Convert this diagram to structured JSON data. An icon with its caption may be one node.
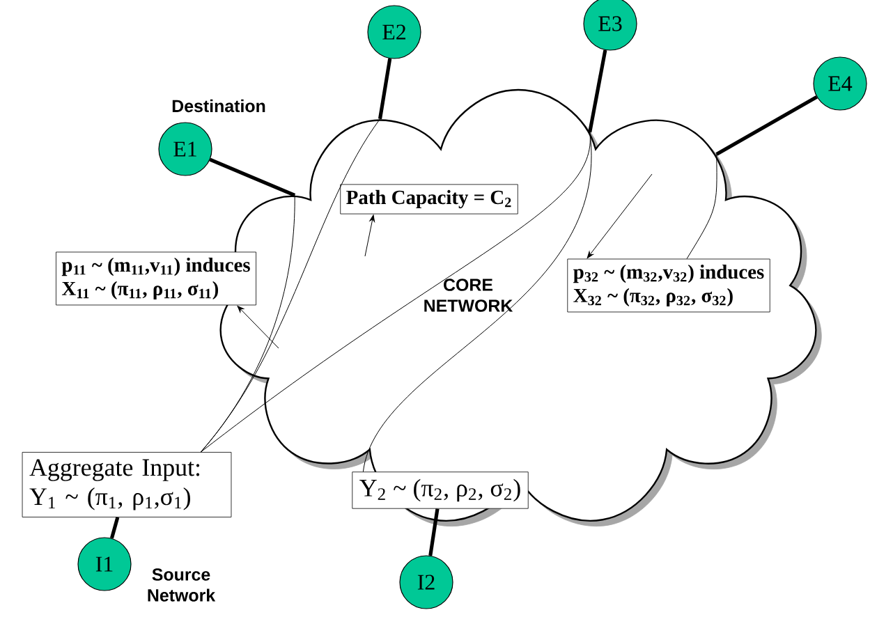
{
  "diagram": {
    "nodes": [
      {
        "text": [
          "E1"
        ]
      },
      {
        "text": [
          "E2"
        ]
      },
      {
        "text": [
          "E3"
        ]
      },
      {
        "text": [
          "E4"
        ]
      },
      {
        "text": [
          "I1"
        ]
      },
      {
        "text": [
          "I2"
        ]
      },
      {
        "text": [
          "Path Capacity = C$_{2}$"
        ]
      },
      {
        "text": [
          "p$_{11}$ ~ (m$_{11}$,v$_{11}$) induces",
          "X$_{11}$ ~ (π$_{11}$, ρ$_{11}$, σ$_{11}$)"
        ]
      },
      {
        "text": [
          "p$_{32}$ ~ (m$_{32}$,v$_{32}$) induces",
          "X$_{32}$ ~ (π$_{32}$, ρ$_{32}$, σ$_{32}$)"
        ]
      },
      {
        "text": [
          "Aggregate Input: Y$_{1}$ ~ (π$_{1}$, ρ$_{1}$,σ$_{1}$)"
        ]
      },
      {
        "text": [
          "Y$_{2}$ ~ (π$_{2}$, ρ$_{2}$, σ$_{2}$)"
        ]
      }
    ],
    "edges": [
      {
        "from": 0,
        "to": null,
        "arrow": "none",
        "style": "thick"
      },
      {
        "from": 1,
        "to": null,
        "arrow": "none",
        "style": "thick"
      },
      {
        "from": 2,
        "to": null,
        "arrow": "none",
        "style": "thick"
      },
      {
        "from": 3,
        "to": null,
        "arrow": "none",
        "style": "thick"
      },
      {
        "from": 4,
        "to": 9,
        "arrow": "none",
        "style": "thick"
      },
      {
        "from": 5,
        "to": 10,
        "arrow": "none",
        "style": "thick"
      },
      {
        "from": 9,
        "to": 0,
        "arrow": "none"
      },
      {
        "from": 9,
        "to": 1,
        "arrow": "none"
      },
      {
        "from": 9,
        "to": 2,
        "arrow": "none"
      },
      {
        "from": 10,
        "to": 2,
        "arrow": "none"
      },
      {
        "from": 8,
        "to": 3,
        "arrow": "none"
      },
      {
        "from": null,
        "to": 7,
        "arrow": "to"
      },
      {
        "from": null,
        "to": 6,
        "arrow": "to"
      },
      {
        "from": null,
        "to": 8,
        "arrow": "to"
      }
    ],
    "labels": [
      "Destination",
      "CORE NETWORK",
      "Source Network"
    ]
  }
}
